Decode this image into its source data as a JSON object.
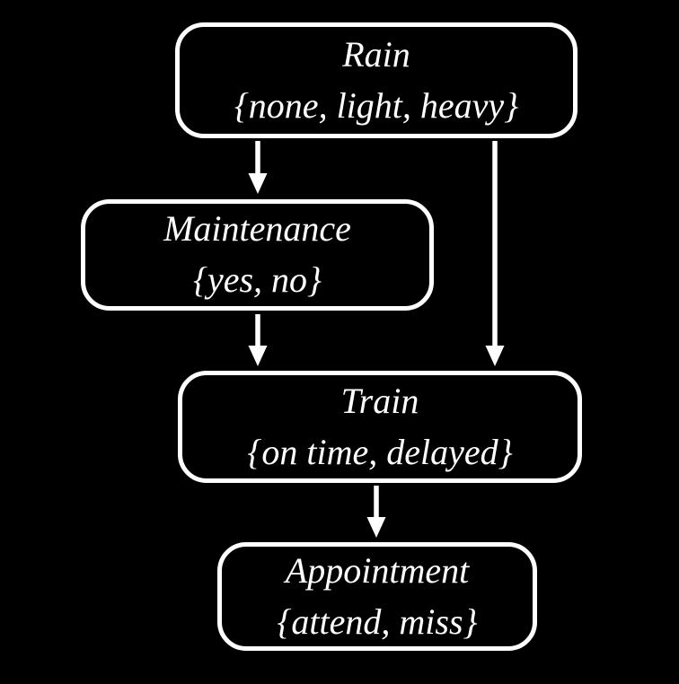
{
  "diagram": {
    "type": "bayesian-network",
    "background_color": "#000000",
    "node_border_color": "#ffffff",
    "text_color": "#ffffff",
    "arrow_color": "#ffffff",
    "nodes": [
      {
        "id": "rain",
        "title": "Rain",
        "states": "{none, light, heavy}"
      },
      {
        "id": "maintenance",
        "title": "Maintenance",
        "states": "{yes, no}"
      },
      {
        "id": "train",
        "title": "Train",
        "states": "{on time, delayed}"
      },
      {
        "id": "appointment",
        "title": "Appointment",
        "states": "{attend, miss}"
      }
    ],
    "edges": [
      {
        "from": "Rain",
        "to": "Maintenance"
      },
      {
        "from": "Rain",
        "to": "Train"
      },
      {
        "from": "Maintenance",
        "to": "Train"
      },
      {
        "from": "Train",
        "to": "Appointment"
      }
    ]
  }
}
